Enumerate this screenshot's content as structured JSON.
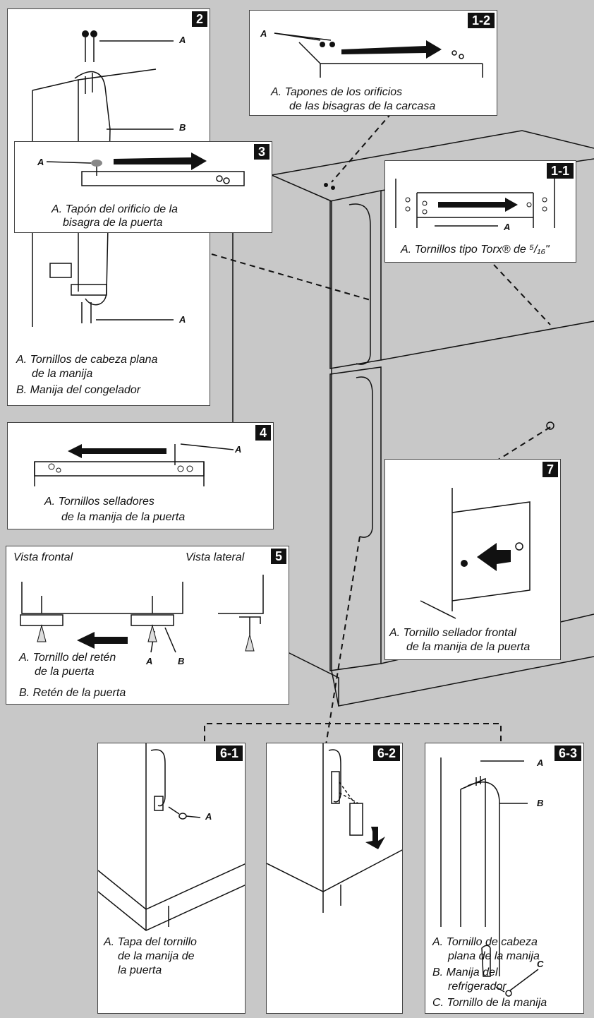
{
  "panels": {
    "p2": {
      "number": "2",
      "label_a_top": "A",
      "label_b": "B",
      "label_a_bottom": "A",
      "caption_a_line1": "A. Tornillos de cabeza plana",
      "caption_a_line2": "de la manija",
      "caption_b": "B. Manija del congelador"
    },
    "p12": {
      "number": "1-2",
      "label_a": "A",
      "caption_line1": "A. Tapones de los orificios",
      "caption_line2": "de las bisagras de la carcasa"
    },
    "p3": {
      "number": "3",
      "label_a": "A",
      "caption_line1": "A. Tapón del orificio de la",
      "caption_line2": "bisagra de la puerta"
    },
    "p11": {
      "number": "1-1",
      "label_a": "A",
      "caption": "A. Tornillos tipo Torx® de ⁵/₁₆\""
    },
    "p4": {
      "number": "4",
      "label_a": "A",
      "caption_line1": "A. Tornillos selladores",
      "caption_line2": "de la manija de la puerta"
    },
    "p5": {
      "number": "5",
      "front_view": "Vista frontal",
      "side_view": "Vista lateral",
      "label_a": "A",
      "label_b": "B",
      "caption_a_line1": "A. Tornillo del retén",
      "caption_a_line2": "de la puerta",
      "caption_b": "B. Retén de la puerta"
    },
    "p7": {
      "number": "7",
      "caption_line1": "A. Tornillo sellador frontal",
      "caption_line2": "de la manija de la puerta"
    },
    "p61": {
      "number": "6-1",
      "label_a": "A",
      "caption_line1": "A. Tapa del tornillo",
      "caption_line2": "de la manija de",
      "caption_line3": "la puerta"
    },
    "p62": {
      "number": "6-2"
    },
    "p63": {
      "number": "6-3",
      "label_a": "A",
      "label_b": "B",
      "label_c": "C",
      "caption_a_line1": "A. Tornillo de cabeza",
      "caption_a_line2": "plana de la manija",
      "caption_b_line1": "B. Manija del",
      "caption_b_line2": "refrigerador",
      "caption_c": "C. Tornillo de la manija"
    }
  }
}
